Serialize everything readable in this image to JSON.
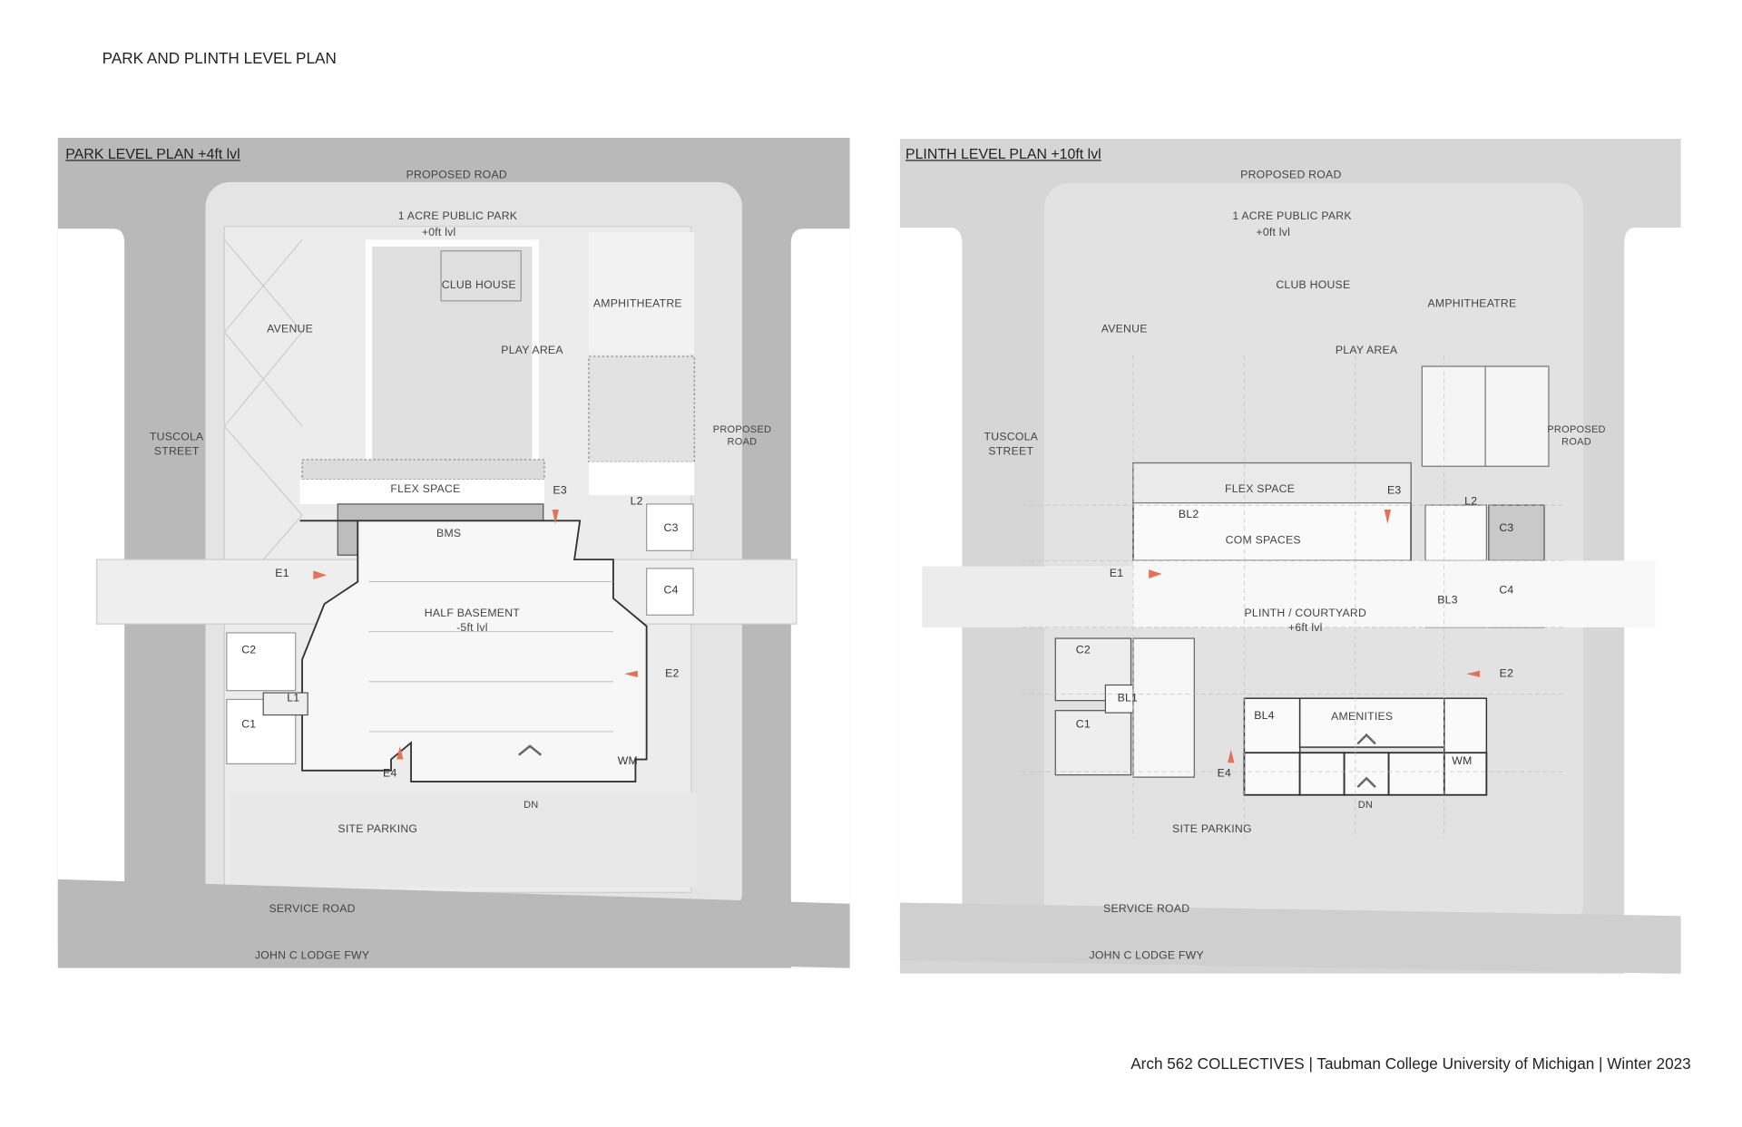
{
  "page_title": "PARK AND PLINTH LEVEL PLAN",
  "footer": "Arch 562 COLLECTIVES | Taubman College University of Michigan | Winter 2023",
  "accent_color": "#e0735a",
  "park_plan": {
    "title": "PARK LEVEL PLAN +4ft lvl",
    "proposed_road_top": "PROPOSED ROAD",
    "park": "1 ACRE PUBLIC PARK",
    "park_level": "+0ft lvl",
    "club_house": "CLUB HOUSE",
    "amphitheatre": "AMPHITHEATRE",
    "avenue": "AVENUE",
    "play_area": "PLAY AREA",
    "tuscola_1": "TUSCOLA",
    "tuscola_2": "STREET",
    "proposed_road_right_1": "PROPOSED",
    "proposed_road_right_2": "ROAD",
    "flex_space": "FLEX SPACE",
    "e3": "E3",
    "l2": "L2",
    "bms": "BMS",
    "c3": "C3",
    "e1": "E1",
    "c4": "C4",
    "basement": "HALF BASEMENT",
    "basement_level": "-5ft lvl",
    "c2": "C2",
    "e2": "E2",
    "l1": "L1",
    "c1": "C1",
    "wm": "WM",
    "e4": "E4",
    "dn": "DN",
    "site_parking": "SITE PARKING",
    "service_road": "SERVICE ROAD",
    "freeway": "JOHN C LODGE FWY"
  },
  "plinth_plan": {
    "title": "PLINTH LEVEL PLAN +10ft lvl",
    "proposed_road_top": "PROPOSED ROAD",
    "park": "1 ACRE PUBLIC PARK",
    "park_level": "+0ft lvl",
    "club_house": "CLUB HOUSE",
    "amphitheatre": "AMPHITHEATRE",
    "avenue": "AVENUE",
    "play_area": "PLAY AREA",
    "tuscola_1": "TUSCOLA",
    "tuscola_2": "STREET",
    "proposed_road_right_1": "PROPOSED",
    "proposed_road_right_2": "ROAD",
    "flex_space": "FLEX SPACE",
    "e3": "E3",
    "l2": "L2",
    "bl2": "BL2",
    "com_spaces": "COM SPACES",
    "c3": "C3",
    "e1": "E1",
    "c4": "C4",
    "bl3": "BL3",
    "courtyard": "PLINTH / COURTYARD",
    "courtyard_level": "+6ft lvl",
    "c2": "C2",
    "e2": "E2",
    "bl1": "BL1",
    "bl4": "BL4",
    "amenities": "AMENITIES",
    "c1": "C1",
    "wm": "WM",
    "e4": "E4",
    "dn": "DN",
    "site_parking": "SITE PARKING",
    "service_road": "SERVICE ROAD",
    "freeway": "JOHN C LODGE FWY"
  }
}
